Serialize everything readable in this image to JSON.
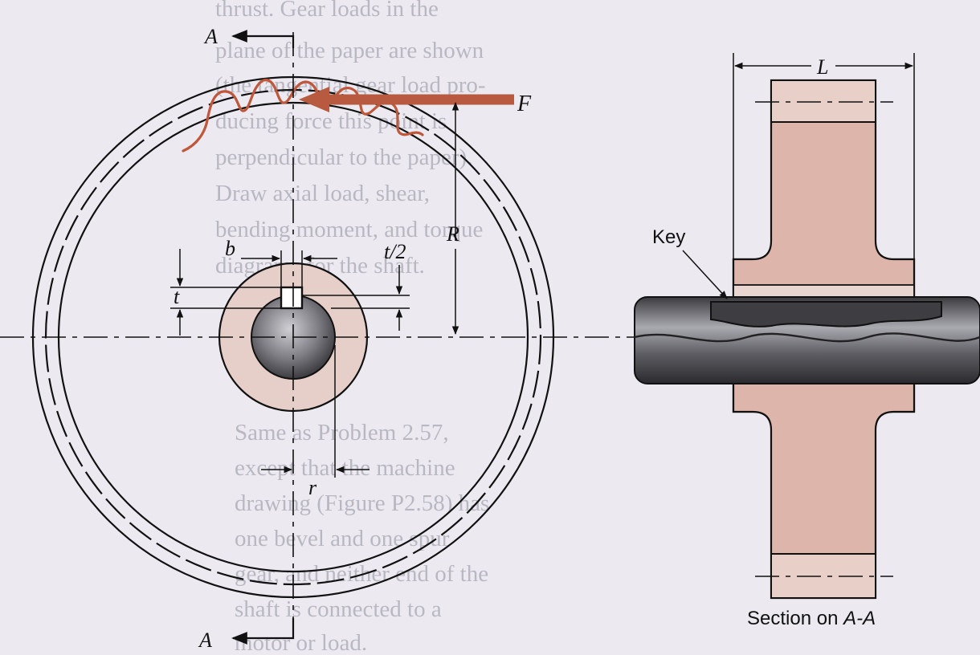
{
  "labels": {
    "section_top": "A",
    "section_bottom": "A",
    "force": "F",
    "key_width": "b",
    "key_depth_half": "t/2",
    "key_depth": "t",
    "pitch_radius": "R",
    "shaft_radius": "r",
    "key": "Key",
    "length": "L",
    "caption_prefix": "Section on ",
    "caption_section": "A-A"
  },
  "background_text": [
    "thrust. Gear loads in the",
    "plane of the paper are shown",
    "(the tangential gear load pro-",
    "ducing force this point is",
    "perpendicular to the paper).",
    "Draw axial load, shear,",
    "bending moment, and torque",
    "diagrams for the shaft.",
    "Same as Problem 2.57,",
    "except that the machine",
    "drawing (Figure P2.58) has",
    "one bevel and one spur",
    "gear, and neither end of the",
    "shaft is connected to a",
    "motor or load."
  ],
  "colors": {
    "hub_fill": "#e6cfc9",
    "gear_fill": "#deb5ab",
    "tooth_stroke": "#c0563a",
    "force_arrow": "#b85a40",
    "shaft_dark": "#4a4a4e",
    "shaft_light": "#9a9aa0",
    "line": "#111111"
  }
}
